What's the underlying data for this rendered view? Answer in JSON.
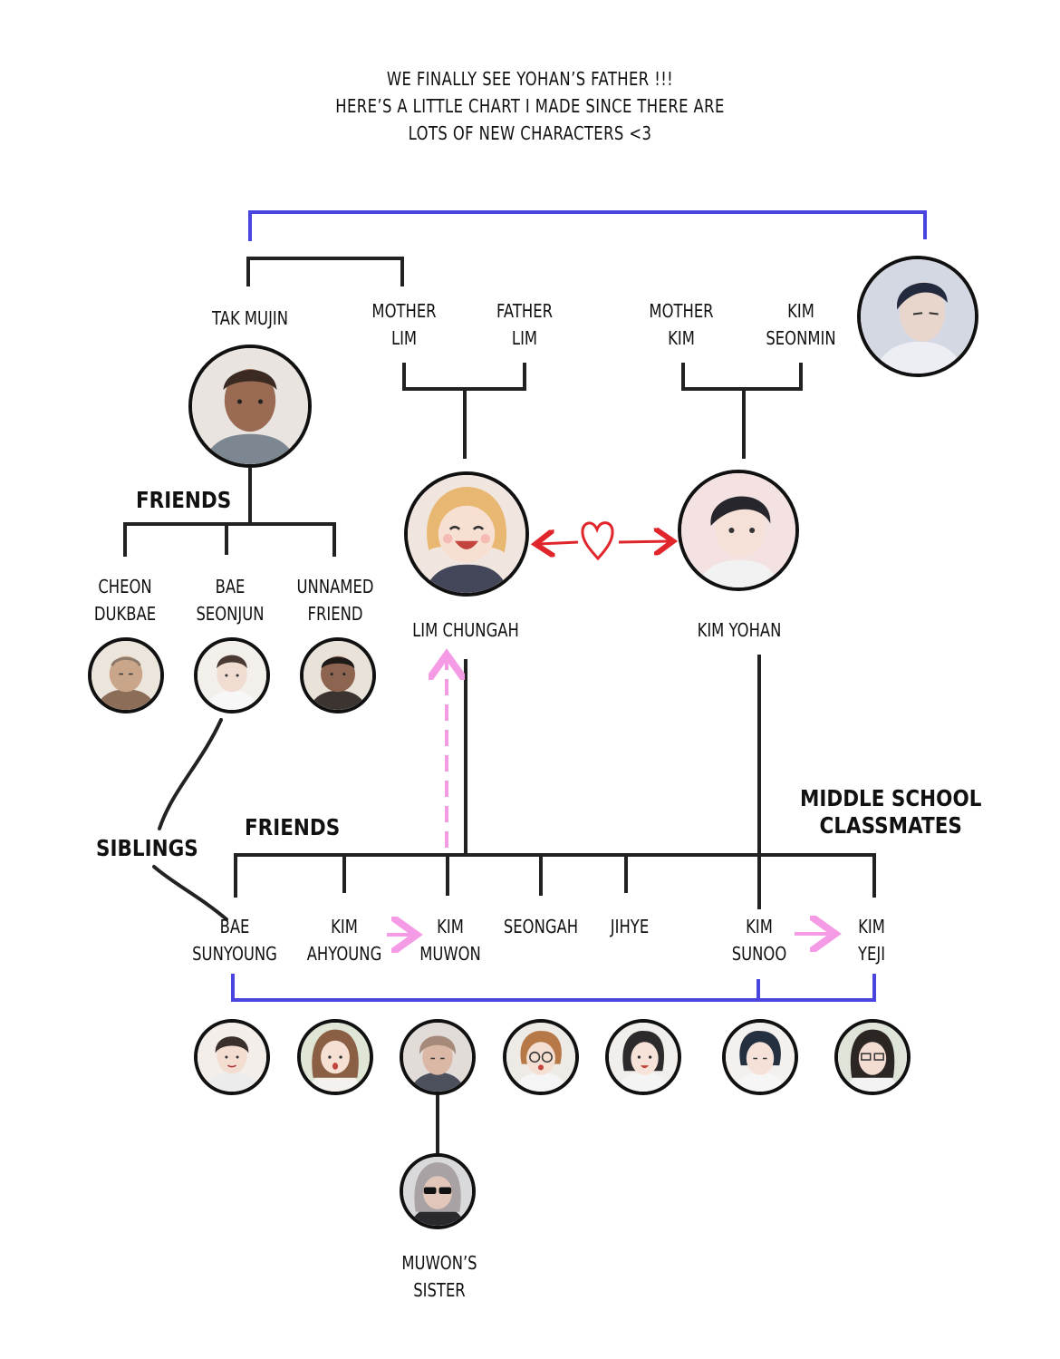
{
  "intro": {
    "line1": "WE FINALLY SEE YOHAN’S FATHER !!!",
    "line2": "HERE’S A LITTLE CHART I MADE SINCE THERE ARE",
    "line3": "LOTS OF NEW CHARACTERS <3"
  },
  "people": {
    "tak_mujin": "TAK MUJIN",
    "mother_lim": [
      "MOTHER",
      "LIM"
    ],
    "father_lim": [
      "FATHER",
      "LIM"
    ],
    "mother_kim": [
      "MOTHER",
      "KIM"
    ],
    "kim_seonmin": [
      "KIM",
      "SEONMIN"
    ],
    "lim_chungah": "LIM CHUNGAH",
    "kim_yohan": "KIM YOHAN",
    "cheon_dukbae": [
      "CHEON",
      "DUKBAE"
    ],
    "bae_seonjun": [
      "BAE",
      "SEONJUN"
    ],
    "unnamed_friend": [
      "UNNAMED",
      "FRIEND"
    ],
    "bae_sunyoung": [
      "BAE",
      "SUNYOUNG"
    ],
    "kim_ahyoung": [
      "KIM",
      "AHYOUNG"
    ],
    "kim_muwon": [
      "KIM",
      "MUWON"
    ],
    "seongah": "SEONGAH",
    "jihye": "JIHYE",
    "kim_sunoo": [
      "KIM",
      "SUNOO"
    ],
    "kim_yeji": [
      "KIM",
      "YEJI"
    ],
    "muwons_sister": [
      "MUWON’S",
      "SISTER"
    ]
  },
  "groups": {
    "friends_top": "FRIENDS",
    "friends_bottom": "FRIENDS",
    "siblings": "SIBLINGS",
    "middle_school": [
      "MIDDLE SCHOOL",
      "CLASSMATES"
    ]
  },
  "colors": {
    "ink": "#222222",
    "link_blue": "#4a44e0",
    "love_red": "#e0262b",
    "crush_pink": "#f59be6",
    "canvas": "#ffffff"
  },
  "icons": {
    "heart": "heart-icon"
  }
}
